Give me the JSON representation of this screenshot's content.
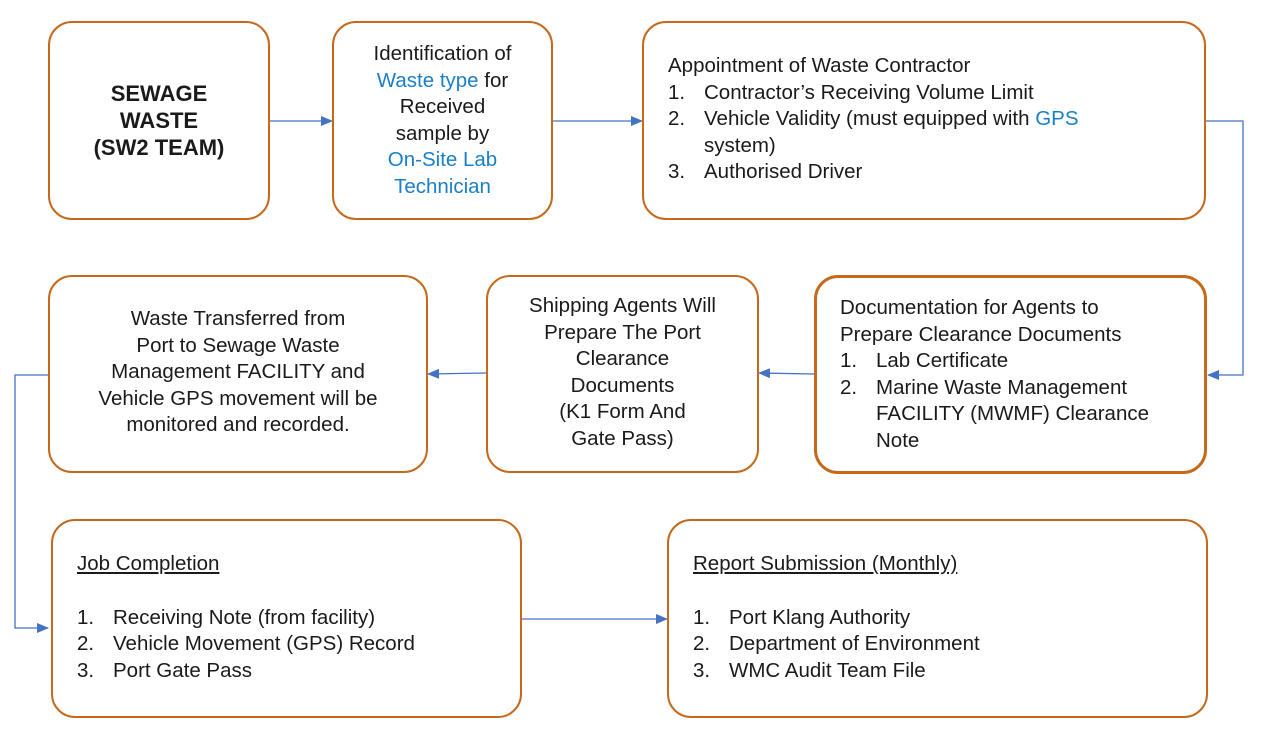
{
  "box1": {
    "title": [
      "SEWAGE",
      "WASTE",
      "(SW2 TEAM)"
    ]
  },
  "box2": {
    "parts": [
      {
        "t": "Identification of",
        "hl": false
      },
      {
        "t": "Waste type",
        "hl": true
      },
      {
        "t": "for",
        "hl": false
      },
      {
        "t": "Received",
        "hl": false
      },
      {
        "t": "sample by",
        "hl": false
      },
      {
        "t": "On-Site Lab",
        "hl": true
      },
      {
        "t": "Technician",
        "hl": true
      }
    ]
  },
  "box3": {
    "heading": "Appointment of Waste Contractor",
    "items": [
      "Contractor’s Receiving Volume Limit",
      "Vehicle Validity (must equipped with",
      "Authorised Driver"
    ],
    "item2_highlight": "GPS",
    "item2_cont": "system)"
  },
  "box4": {
    "heading": [
      "Documentation for Agents to",
      "Prepare Clearance Documents"
    ],
    "items": [
      "Lab Certificate",
      "Marine Waste Management FACILITY (MWMF) Clearance Note"
    ]
  },
  "box5": {
    "lines": [
      "Shipping Agents Will",
      "Prepare The Port",
      "Clearance",
      "Documents",
      "(K1 Form And",
      "Gate Pass)"
    ]
  },
  "box6": {
    "lines": [
      "Waste Transferred from",
      "Port to Sewage Waste",
      "Management FACILITY and",
      "Vehicle GPS movement will be",
      "monitored and recorded."
    ]
  },
  "box7": {
    "heading": "Job Completion",
    "items": [
      "Receiving Note (from facility)",
      "Vehicle Movement (GPS) Record",
      "Port Gate Pass"
    ]
  },
  "box8": {
    "heading": "Report Submission (Monthly)",
    "items": [
      "Port Klang Authority",
      "Department of Environment",
      "WMC Audit Team File"
    ]
  },
  "colors": {
    "border": "#c5691b",
    "arrow": "#4472c4",
    "highlight": "#1a7fc9"
  }
}
